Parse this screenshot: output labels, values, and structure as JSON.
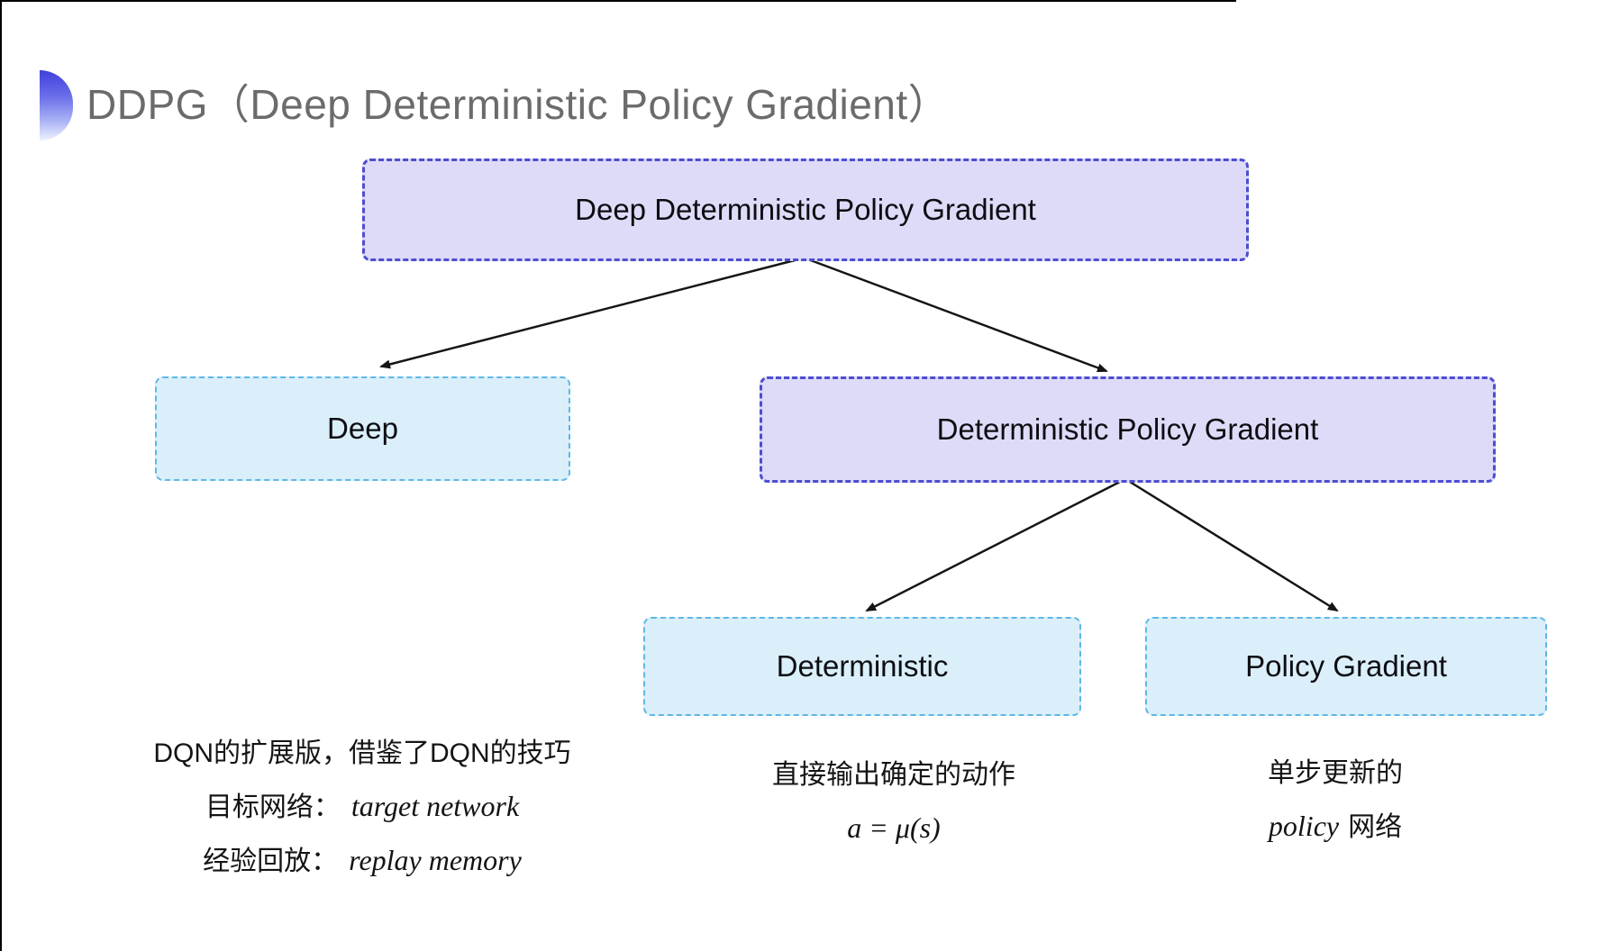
{
  "title": {
    "text": "DDPG（Deep Deterministic Policy Gradient）"
  },
  "tree": {
    "root": {
      "label": "Deep Deterministic Policy Gradient"
    },
    "deep": {
      "label": "Deep"
    },
    "dpg": {
      "label": "Deterministic Policy Gradient"
    },
    "deterministic": {
      "label": "Deterministic"
    },
    "policy_gradient": {
      "label": "Policy Gradient"
    }
  },
  "notes": {
    "deep": {
      "line1": "DQN的扩展版，借鉴了DQN的技巧",
      "line2_label": "目标网络：",
      "line2_term": "target network",
      "line3_label": "经验回放：",
      "line3_term": "replay memory"
    },
    "deterministic": {
      "line1": "直接输出确定的动作",
      "formula": "a = μ(s)"
    },
    "policy_gradient": {
      "line1": "单步更新的",
      "line2_term": "policy",
      "line2_label": "网络"
    }
  },
  "colors": {
    "title_text": "#6b6b6b",
    "bullet_blue": "#4040dc",
    "lavender_fill": "#dedbf8",
    "lavender_border": "#4d4dd0",
    "cyan_fill": "#daeffa",
    "cyan_border": "#5fb7e4",
    "arrow": "#151515",
    "body_text": "#141414"
  }
}
